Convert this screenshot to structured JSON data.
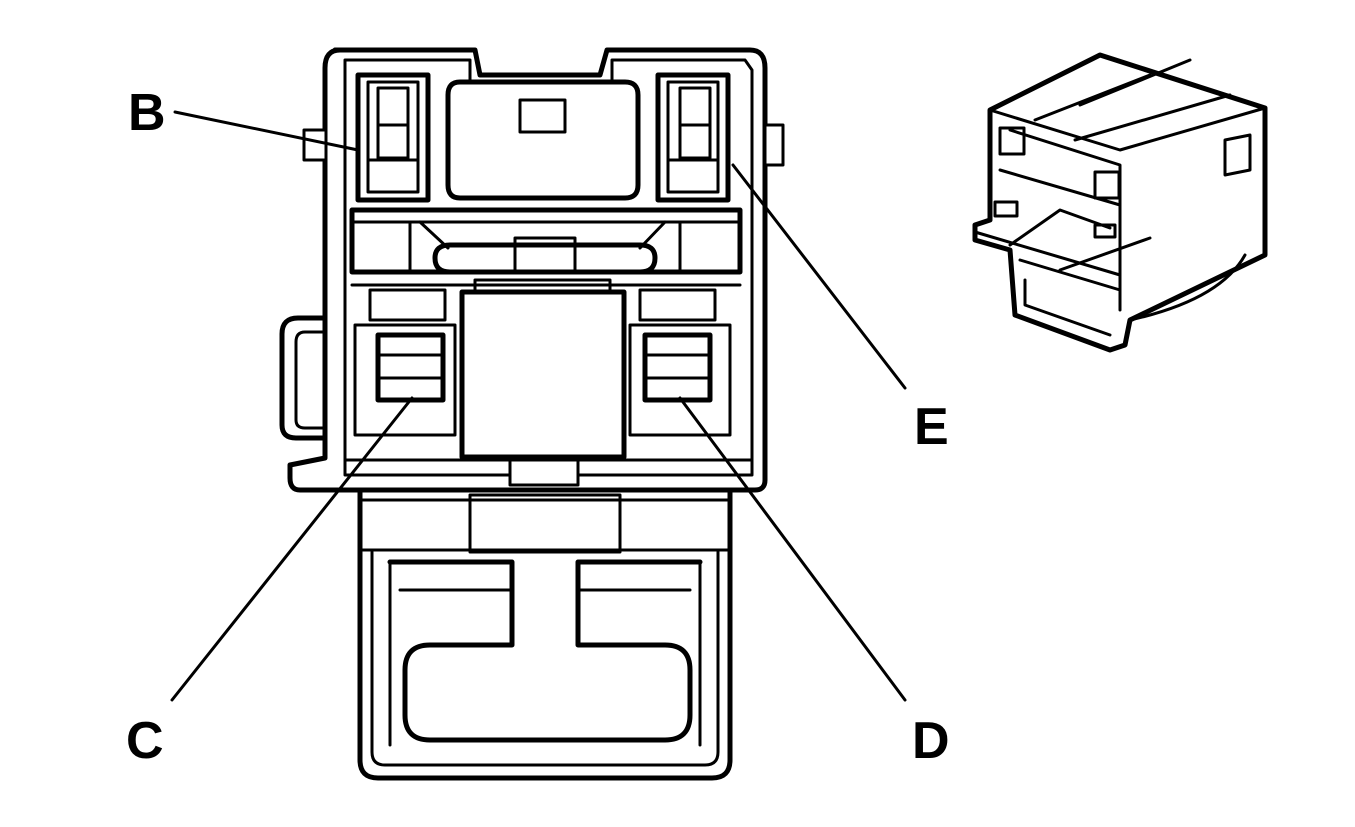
{
  "callouts": {
    "b": "B",
    "c": "C",
    "d": "D",
    "e": "E"
  },
  "colors": {
    "line": "#000000",
    "background": "#ffffff"
  }
}
